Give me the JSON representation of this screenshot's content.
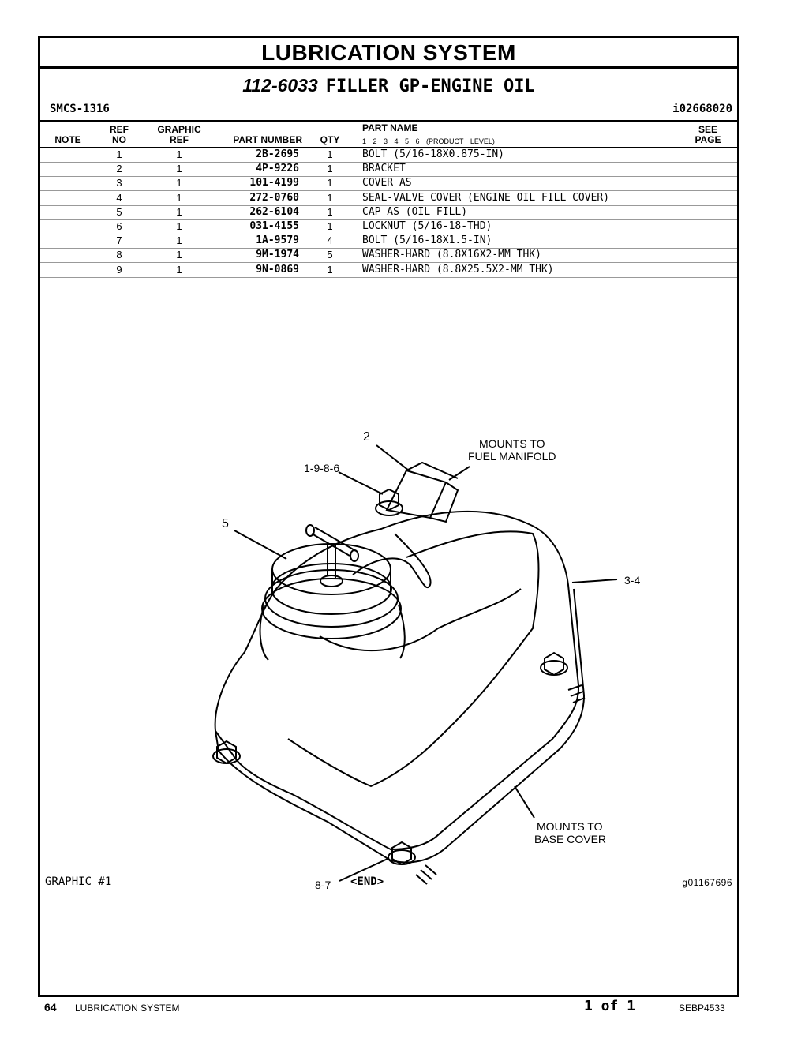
{
  "header": {
    "section_title": "LUBRICATION SYSTEM",
    "group_part_number": "112-6033",
    "group_name": "FILLER GP-ENGINE OIL",
    "smcs": "SMCS-1316",
    "illustration_id": "i02668020"
  },
  "columns": {
    "note": "NOTE",
    "ref_top": "REF",
    "ref_bottom": "NO",
    "graphic_top": "GRAPHIC",
    "graphic_bottom": "REF",
    "part_number": "PART NUMBER",
    "qty": "QTY",
    "part_name": "PART NAME",
    "product_level": "1 2 3 4 5 6 (PRODUCT LEVEL)",
    "see_top": "SEE",
    "see_bottom": "PAGE"
  },
  "parts": [
    {
      "ref": "1",
      "graphic": "1",
      "part_number": "2B-2695",
      "qty": "1",
      "name": "BOLT (5/16-18X0.875-IN)"
    },
    {
      "ref": "2",
      "graphic": "1",
      "part_number": "4P-9226",
      "qty": "1",
      "name": "BRACKET"
    },
    {
      "ref": "3",
      "graphic": "1",
      "part_number": "101-4199",
      "qty": "1",
      "name": "COVER AS"
    },
    {
      "ref": "4",
      "graphic": "1",
      "part_number": "272-0760",
      "qty": "1",
      "name": "SEAL-VALVE COVER (ENGINE OIL FILL COVER)"
    },
    {
      "ref": "5",
      "graphic": "1",
      "part_number": "262-6104",
      "qty": "1",
      "name": "CAP AS (OIL FILL)"
    },
    {
      "ref": "6",
      "graphic": "1",
      "part_number": "031-4155",
      "qty": "1",
      "name": "LOCKNUT (5/16-18-THD)"
    },
    {
      "ref": "7",
      "graphic": "1",
      "part_number": "1A-9579",
      "qty": "4",
      "name": "BOLT (5/16-18X1.5-IN)"
    },
    {
      "ref": "8",
      "graphic": "1",
      "part_number": "9M-1974",
      "qty": "5",
      "name": "WASHER-HARD (8.8X16X2-MM THK)"
    },
    {
      "ref": "9",
      "graphic": "1",
      "part_number": "9N-0869",
      "qty": "1",
      "name": "WASHER-HARD (8.8X25.5X2-MM THK)"
    }
  ],
  "diagram": {
    "callout_2": "2",
    "callout_1986": "1-9-8-6",
    "callout_5": "5",
    "callout_34": "3-4",
    "callout_87": "8-7",
    "note_fuel_1": "MOUNTS TO",
    "note_fuel_2": "FUEL MANIFOLD",
    "note_base_1": "MOUNTS TO",
    "note_base_2": "BASE COVER"
  },
  "graphic": {
    "label": "GRAPHIC #1",
    "end": "<END>",
    "id": "g01167696"
  },
  "footer": {
    "page": "64",
    "section": "LUBRICATION SYSTEM",
    "of": "1 of 1",
    "doc": "SEBP4533"
  }
}
